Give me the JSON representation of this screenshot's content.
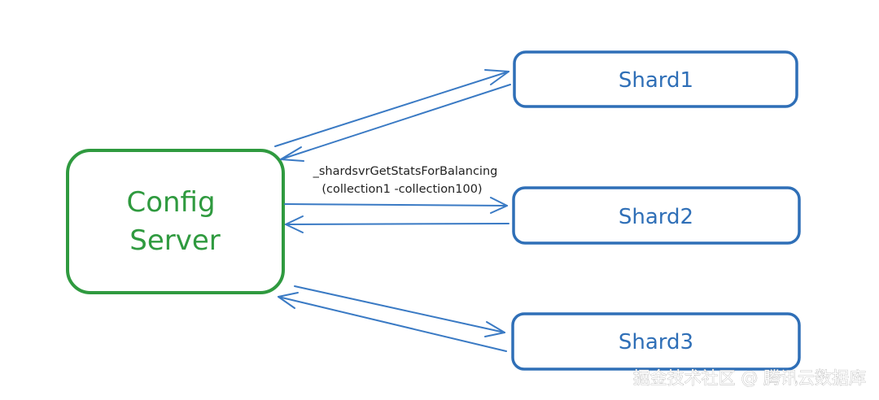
{
  "nodes": {
    "config_server": {
      "line1": "Config",
      "line2": "Server",
      "color": "#2f9a3f"
    },
    "shard1": {
      "label": "Shard1",
      "color": "#2f6fb7"
    },
    "shard2": {
      "label": "Shard2",
      "color": "#2f6fb7"
    },
    "shard3": {
      "label": "Shard3",
      "color": "#2f6fb7"
    }
  },
  "edge_label": {
    "line1": "_shardsvrGetStatsForBalancing",
    "line2": "(collection1 -collection100)"
  },
  "watermark": "掘金技术社区 @ 腾讯云数据库",
  "colors": {
    "arrow": "#3a7ac4",
    "background": "#ffffff"
  }
}
